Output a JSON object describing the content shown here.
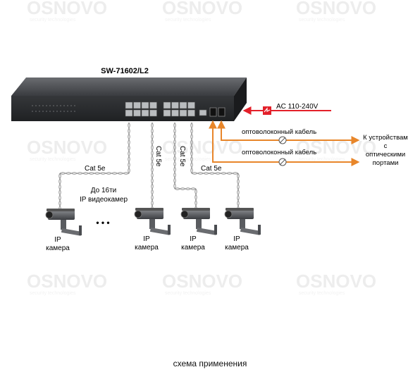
{
  "watermark": {
    "brand": "OSNOVO",
    "tagline": "security technologies"
  },
  "switch": {
    "model": "SW-71602/L2"
  },
  "power": {
    "label": "AC 110-240V"
  },
  "fiber": [
    {
      "label": "оптоволоконный кабель"
    },
    {
      "label": "оптоволоконный кабель"
    }
  ],
  "destination": {
    "lines": [
      "К устройствам",
      "с",
      "оптическими",
      "портами"
    ]
  },
  "cables": [
    {
      "label": "Cat 5e"
    },
    {
      "label": "Cat 5e"
    },
    {
      "label": "Cat 5e"
    },
    {
      "label": "Cat 5e"
    }
  ],
  "note": {
    "line1": "До 16ти",
    "line2": "IP видеокамер"
  },
  "ellipsis": "• • •",
  "cameras": [
    {
      "line1": "IP",
      "line2": "камера"
    },
    {
      "line1": "IP",
      "line2": "камера"
    },
    {
      "line1": "IP",
      "line2": "камера"
    },
    {
      "line1": "IP",
      "line2": "камера"
    }
  ],
  "caption": "схема применения",
  "colors": {
    "fiber_arrow": "#e8862a",
    "power_arrow": "#e3202a",
    "switch_body": "#2c2e31",
    "port": "#b9bcbf"
  }
}
